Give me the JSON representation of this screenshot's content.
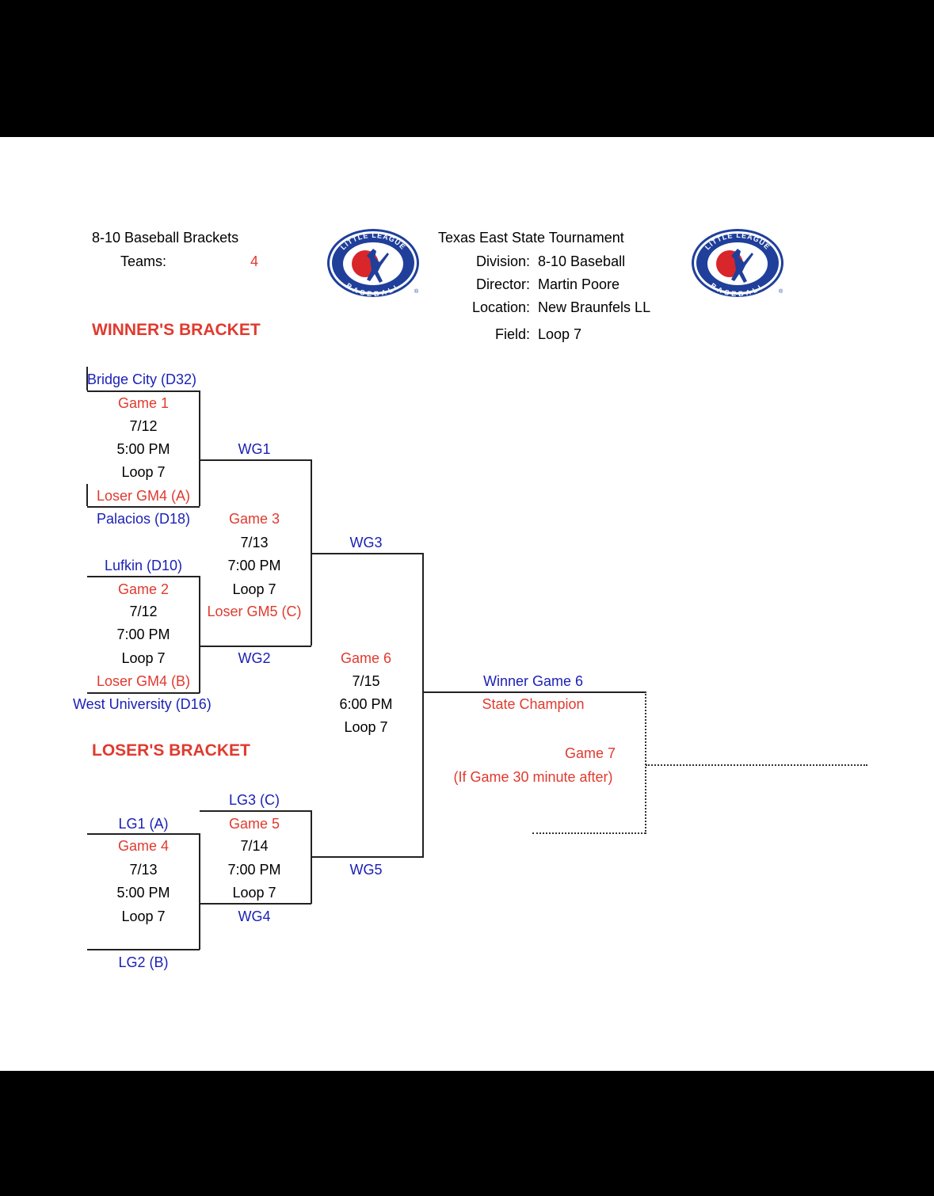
{
  "header": {
    "title": "8-10 Baseball Brackets",
    "teams_label": "Teams:",
    "teams_count": "4",
    "tournament": "Texas East State Tournament",
    "division_label": "Division:",
    "division": "8-10 Baseball",
    "director_label": "Director:",
    "director": "Martin Poore",
    "location_label": "Location:",
    "location": "New Braunfels LL",
    "field_label": "Field:",
    "field": "Loop 7"
  },
  "logo": {
    "top_text": "LITTLE LEAGUE",
    "bottom_text": "BASEBALL",
    "reg": "®"
  },
  "winners_bracket": {
    "heading": "WINNER'S BRACKET",
    "team1": "Bridge City (D32)",
    "team2": "Palacios (D18)",
    "team3": "Lufkin (D10)",
    "team4": "West University (D16)",
    "game1": {
      "name": "Game 1",
      "date": "7/12",
      "time": "5:00 PM",
      "field": "Loop 7",
      "loser_slot": "Loser GM4 (A)"
    },
    "game2": {
      "name": "Game 2",
      "date": "7/12",
      "time": "7:00 PM",
      "field": "Loop 7",
      "loser_slot": "Loser GM4 (B)"
    },
    "game3": {
      "name": "Game 3",
      "date": "7/13",
      "time": "7:00 PM",
      "field": "Loop 7",
      "loser_slot": "Loser GM5 (C)"
    },
    "wg1": "WG1",
    "wg2": "WG2",
    "wg3": "WG3",
    "wg5": "WG5",
    "game6": {
      "name": "Game 6",
      "date": "7/15",
      "time": "6:00 PM",
      "field": "Loop 7"
    },
    "winner_game6": "Winner Game 6",
    "state_champion": "State Champion",
    "game7": "Game 7",
    "game7_note": "(If Game 30 minute after)"
  },
  "losers_bracket": {
    "heading": "LOSER'S BRACKET",
    "lg1": "LG1 (A)",
    "lg2": "LG2 (B)",
    "lg3": "LG3 (C)",
    "wg4": "WG4",
    "game4": {
      "name": "Game 4",
      "date": "7/13",
      "time": "5:00 PM",
      "field": "Loop 7"
    },
    "game5": {
      "name": "Game 5",
      "date": "7/14",
      "time": "7:00 PM",
      "field": "Loop 7"
    }
  },
  "colors": {
    "red": "#e03a2f",
    "blue": "#1a1fb5",
    "logo_blue": "#1f3f9a",
    "logo_red": "#d8262b"
  }
}
